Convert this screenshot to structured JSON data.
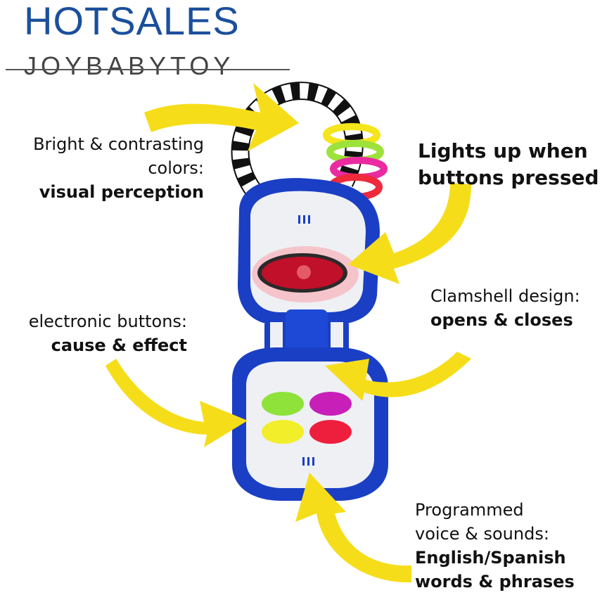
{
  "brand": {
    "name": "HOTSALES",
    "tagline": "JOYBABYTOY"
  },
  "captions": {
    "colors": {
      "line1": "Bright & contrasting",
      "line2": "colors:",
      "bold": "visual perception"
    },
    "lights": {
      "line1": "Lights up when",
      "line2": "buttons pressed"
    },
    "clamshell": {
      "line1": "Clamshell design:",
      "bold": "opens & closes"
    },
    "buttons": {
      "line1": "electronic buttons:",
      "bold": "cause & effect"
    },
    "voice": {
      "line1": "Programmed",
      "line2": "voice & sounds:",
      "bold1": "English/Spanish",
      "bold2": "words & phrases"
    }
  },
  "colors": {
    "phone_blue": "#1a3fc4",
    "face_white": "#eef0f4",
    "arrow_yellow": "#f6dd1a",
    "screen_red": "#c0102a",
    "button_green": "#8ee23a",
    "button_magenta": "#c81fb8",
    "button_yellow": "#f2ee2a",
    "button_red": "#ee1f3c"
  }
}
